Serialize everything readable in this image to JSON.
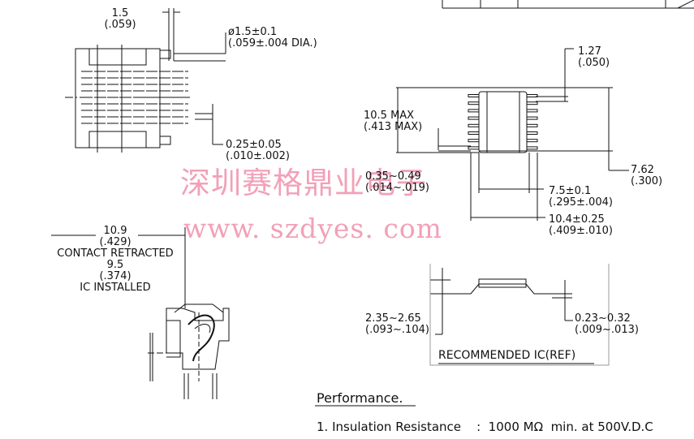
{
  "watermark": {
    "chinese": "深圳赛格鼎业电子",
    "url": "www. szdyes. com"
  },
  "dims": {
    "pitch": {
      "mm": "1.5",
      "inch": "(.059)"
    },
    "hole": {
      "mm": "ø1.5±0.1",
      "inch": "(.059±.004 DIA.)"
    },
    "pin_w": {
      "mm": "0.25±0.05",
      "inch": "(.010±.002)"
    },
    "ic_pitch": {
      "mm": "1.27",
      "inch": "(.050)"
    },
    "max_len": {
      "mm": "10.5 MAX",
      "inch": "(.413 MAX)"
    },
    "row_span": {
      "mm": "7.62",
      "inch": "(.300)"
    },
    "lead_w": {
      "mm": "0.35~0.49",
      "inch": "(.014~.019)"
    },
    "body_w": {
      "mm": "7.5±0.1",
      "inch": "(.295±.004)"
    },
    "total_w": {
      "mm": "10.4±0.25",
      "inch": "(.409±.010)"
    },
    "contact": {
      "mm": "10.9",
      "inch": "(.429)",
      "note": "CONTACT RETRACTED"
    },
    "installed": {
      "mm": "9.5",
      "inch": "(.374)",
      "note": "IC INSTALLED"
    },
    "height": {
      "mm": "2.35~2.65",
      "inch": "(.093~.104)"
    },
    "lead_t": {
      "mm": "0.23~0.32",
      "inch": "(.009~.013)"
    }
  },
  "labels": {
    "recommended": "RECOMMENDED IC(REF)",
    "performance": "Performance.",
    "insulation": "1. Insulation Resistance    :  1000 MΩ  min. at 500V.D.C"
  }
}
